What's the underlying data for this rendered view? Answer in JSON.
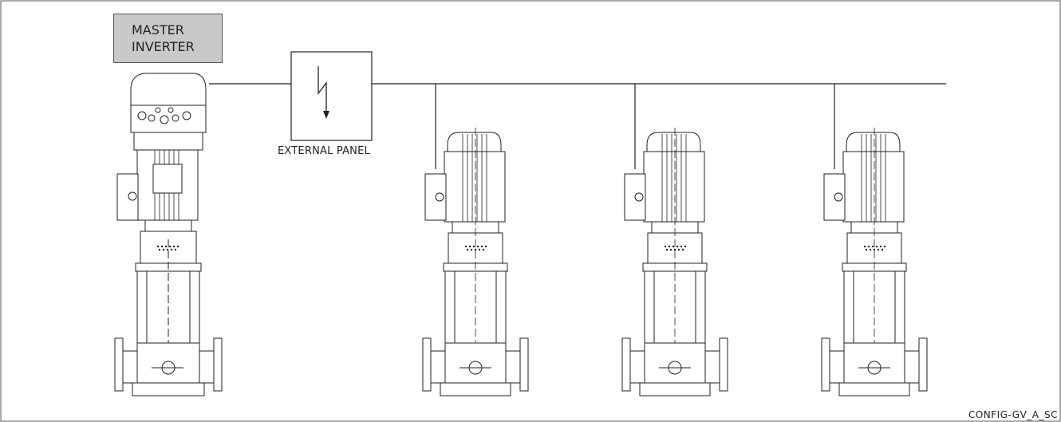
{
  "labels": {
    "master_line1": "MASTER",
    "master_line2": "INVERTER",
    "external_panel": "EXTERNAL PANEL",
    "config_code": "CONFIG-GV_A_SC"
  },
  "components": {
    "master_pump": "master-inverter-pump",
    "slave_pumps": [
      "pump-2",
      "pump-3",
      "pump-4"
    ],
    "panel_symbol": "lightning-bolt-icon"
  }
}
